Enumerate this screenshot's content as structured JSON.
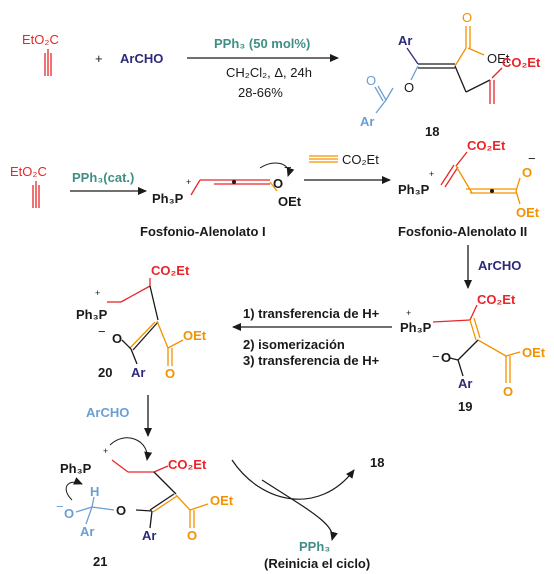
{
  "colors": {
    "red": "#e8262a",
    "orange": "#f39200",
    "navy": "#2d2a7a",
    "teal": "#3f8f84",
    "blue": "#6a9fd4",
    "black": "#1a1a1a"
  },
  "top": {
    "ester_reagent": "EtO₂C",
    "plus": "+",
    "aldehyde": "ArCHO",
    "cond_catalyst": "PPh₃ (50 mol%)",
    "cond_solvent": "CH₂Cl₂, Δ, 24h",
    "cond_yield": "28-66%",
    "p18_ar": "Ar",
    "p18_o_carbonyl": "O",
    "p18_oet": "OEt",
    "p18_o_ether": "O",
    "p18_acyl_o": "O",
    "p18_acyl_ar": "Ar",
    "p18_co2et": "CO₂Et",
    "p18_num": "18"
  },
  "row2": {
    "ester_reagent": "EtO₂C",
    "catalyst": "PPh₃(cat.)",
    "zw1_p": "Ph₃P",
    "zw1_plus": "+",
    "zw1_o": "O",
    "zw1_minus": "−",
    "zw1_oet": "OEt",
    "alkyne_label": "CO₂Et",
    "zw2_co2et": "CO₂Et",
    "zw2_p": "Ph₃P",
    "zw2_plus": "+",
    "zw2_o": "O",
    "zw2_minus": "−",
    "zw2_oet": "OEt",
    "name1": "Fosfonio-Alenolato I",
    "name2": "Fosfonio-Alenolato II"
  },
  "row3": {
    "aldehyde": "ArCHO",
    "i19_co2et": "CO₂Et",
    "i19_p": "Ph₃P",
    "i19_plus": "+",
    "i19_o": "O",
    "i19_minus": "−",
    "i19_ar": "Ar",
    "i19_carbonyl_o": "O",
    "i19_oet": "OEt",
    "i19_num": "19",
    "step1": "1) transferencia de H+",
    "step2": "2) isomerización",
    "step3": "3) transferencia de H+",
    "i20_co2et": "CO₂Et",
    "i20_p": "Ph₃P",
    "i20_plus": "+",
    "i20_minus": "−",
    "i20_o": "O",
    "i20_ar": "Ar",
    "i20_oet": "OEt",
    "i20_carbonyl_o": "O",
    "i20_num": "20"
  },
  "row4": {
    "aldehyde": "ArCHO",
    "i21_p": "Ph₃P",
    "i21_plus": "+",
    "i21_co2et": "CO₂Et",
    "i21_minus": "−",
    "i21_alkoxide_o": "O",
    "i21_h": "H",
    "i21_ether_o": "O",
    "i21_ar1": "Ar",
    "i21_ar2": "Ar",
    "i21_oet": "OEt",
    "i21_carbonyl_o": "O",
    "i21_num": "21",
    "product": "18",
    "released": "PPh₃",
    "restart": "(Reinicia el ciclo)"
  }
}
